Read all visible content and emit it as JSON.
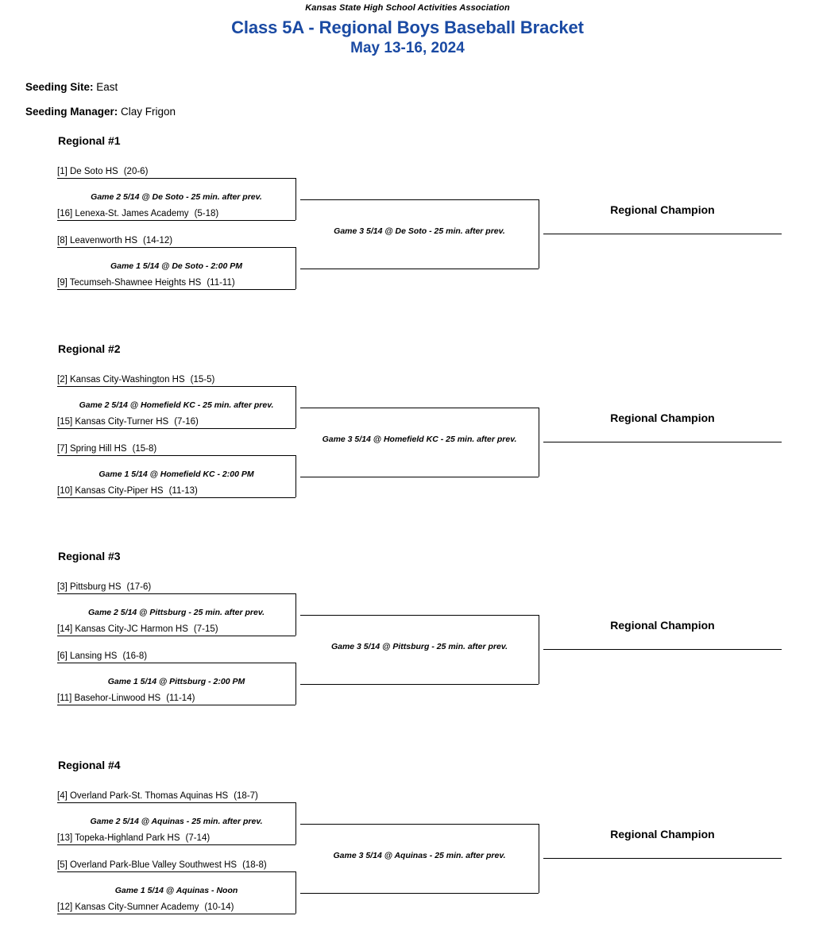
{
  "header": {
    "association": "Kansas State High School Activities Association",
    "title": "Class 5A - Regional Boys Baseball Bracket",
    "dates": "May 13-16, 2024",
    "title_color": "#1a4aa3"
  },
  "meta": {
    "site_label": "Seeding Site:",
    "site_value": "East",
    "manager_label": "Seeding Manager:",
    "manager_value": "Clay Frigon"
  },
  "champion_label": "Regional Champion",
  "regionals": [
    {
      "name": "Regional #1",
      "teams": [
        {
          "seed": "[1]",
          "school": "De Soto HS",
          "record": "(20-6)"
        },
        {
          "seed": "[16]",
          "school": "Lenexa-St. James Academy",
          "record": "(5-18)"
        },
        {
          "seed": "[8]",
          "school": "Leavenworth HS",
          "record": "(14-12)"
        },
        {
          "seed": "[9]",
          "school": "Tecumseh-Shawnee Heights HS",
          "record": "(11-11)"
        }
      ],
      "game_top": "Game 2 5/14 @ De Soto - 25 min. after prev.",
      "game_bottom": "Game 1 5/14 @ De Soto - 2:00 PM",
      "game_final": "Game 3 5/14 @ De Soto - 25 min. after prev."
    },
    {
      "name": "Regional #2",
      "teams": [
        {
          "seed": "[2]",
          "school": "Kansas City-Washington HS",
          "record": "(15-5)"
        },
        {
          "seed": "[15]",
          "school": "Kansas City-Turner HS",
          "record": "(7-16)"
        },
        {
          "seed": "[7]",
          "school": "Spring Hill HS",
          "record": "(15-8)"
        },
        {
          "seed": "[10]",
          "school": "Kansas City-Piper HS",
          "record": "(11-13)"
        }
      ],
      "game_top": "Game 2 5/14 @ Homefield KC - 25 min. after prev.",
      "game_bottom": "Game 1 5/14 @ Homefield KC - 2:00 PM",
      "game_final": "Game 3 5/14 @ Homefield KC - 25 min. after prev."
    },
    {
      "name": "Regional #3",
      "teams": [
        {
          "seed": "[3]",
          "school": "Pittsburg HS",
          "record": "(17-6)"
        },
        {
          "seed": "[14]",
          "school": "Kansas City-JC Harmon HS",
          "record": "(7-15)"
        },
        {
          "seed": "[6]",
          "school": "Lansing HS",
          "record": "(16-8)"
        },
        {
          "seed": "[11]",
          "school": "Basehor-Linwood HS",
          "record": "(11-14)"
        }
      ],
      "game_top": "Game 2 5/14 @ Pittsburg - 25 min. after prev.",
      "game_bottom": "Game 1 5/14 @ Pittsburg - 2:00 PM",
      "game_final": "Game 3 5/14 @ Pittsburg - 25 min. after prev."
    },
    {
      "name": "Regional #4",
      "teams": [
        {
          "seed": "[4]",
          "school": "Overland Park-St. Thomas Aquinas HS",
          "record": "(18-7)"
        },
        {
          "seed": "[13]",
          "school": "Topeka-Highland Park HS",
          "record": "(7-14)"
        },
        {
          "seed": "[5]",
          "school": "Overland Park-Blue Valley Southwest HS",
          "record": "(18-8)"
        },
        {
          "seed": "[12]",
          "school": "Kansas City-Sumner Academy",
          "record": "(10-14)"
        }
      ],
      "game_top": "Game 2 5/14 @ Aquinas - 25 min. after prev.",
      "game_bottom": "Game 1 5/14 @ Aquinas - Noon",
      "game_final": "Game 3 5/14 @ Aquinas - 25 min. after prev."
    }
  ]
}
